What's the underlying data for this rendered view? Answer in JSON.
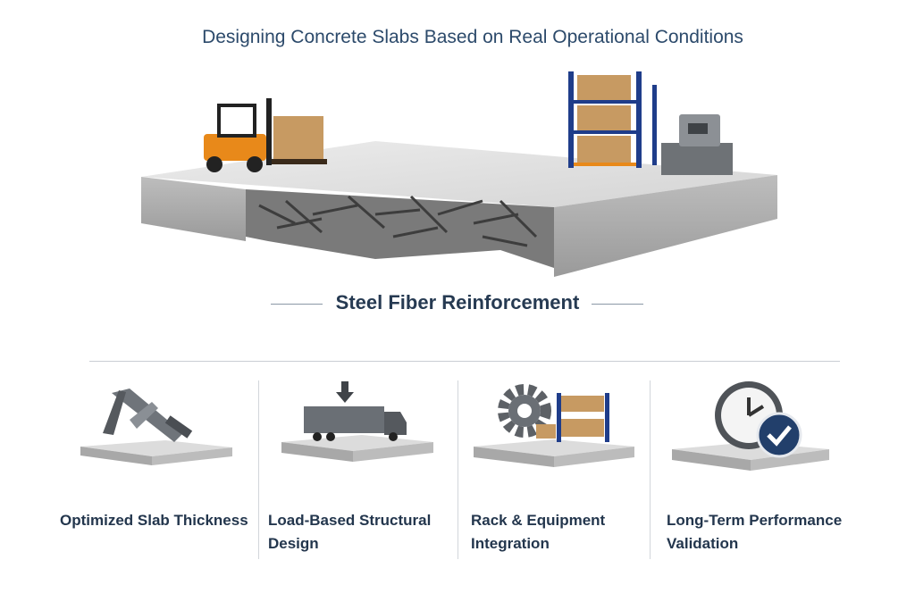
{
  "title": "Designing Concrete Slabs Based on Real Operational Conditions",
  "subtitle": "Steel Fiber Reinforcement",
  "features": [
    {
      "label": "Optimized Slab Thickness",
      "icon": "caliper-icon"
    },
    {
      "label": "Load-Based Structural Design",
      "icon": "truck-load-icon"
    },
    {
      "label": "Rack & Equipment Integration",
      "icon": "gear-rack-icon"
    },
    {
      "label": "Long-Term Performance Validation",
      "icon": "clock-check-icon"
    }
  ],
  "colors": {
    "title": "#2c4a6b",
    "accent": "#1f3d8a",
    "forklift": "#e8891a"
  }
}
